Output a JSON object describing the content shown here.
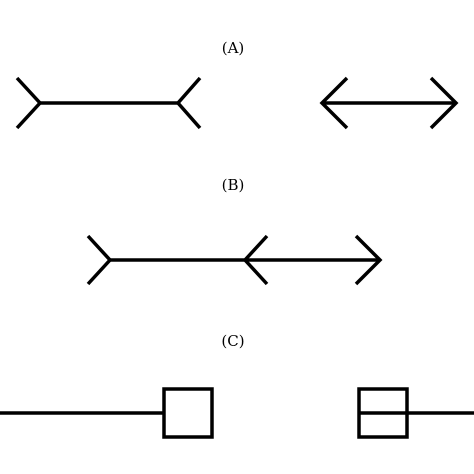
{
  "panels": [
    {
      "id": "A",
      "label": "(A)"
    },
    {
      "id": "B",
      "label": "(B)"
    },
    {
      "id": "C",
      "label": "(C)"
    }
  ],
  "colors": {
    "background": "#ffffff",
    "stroke": "#000000"
  }
}
